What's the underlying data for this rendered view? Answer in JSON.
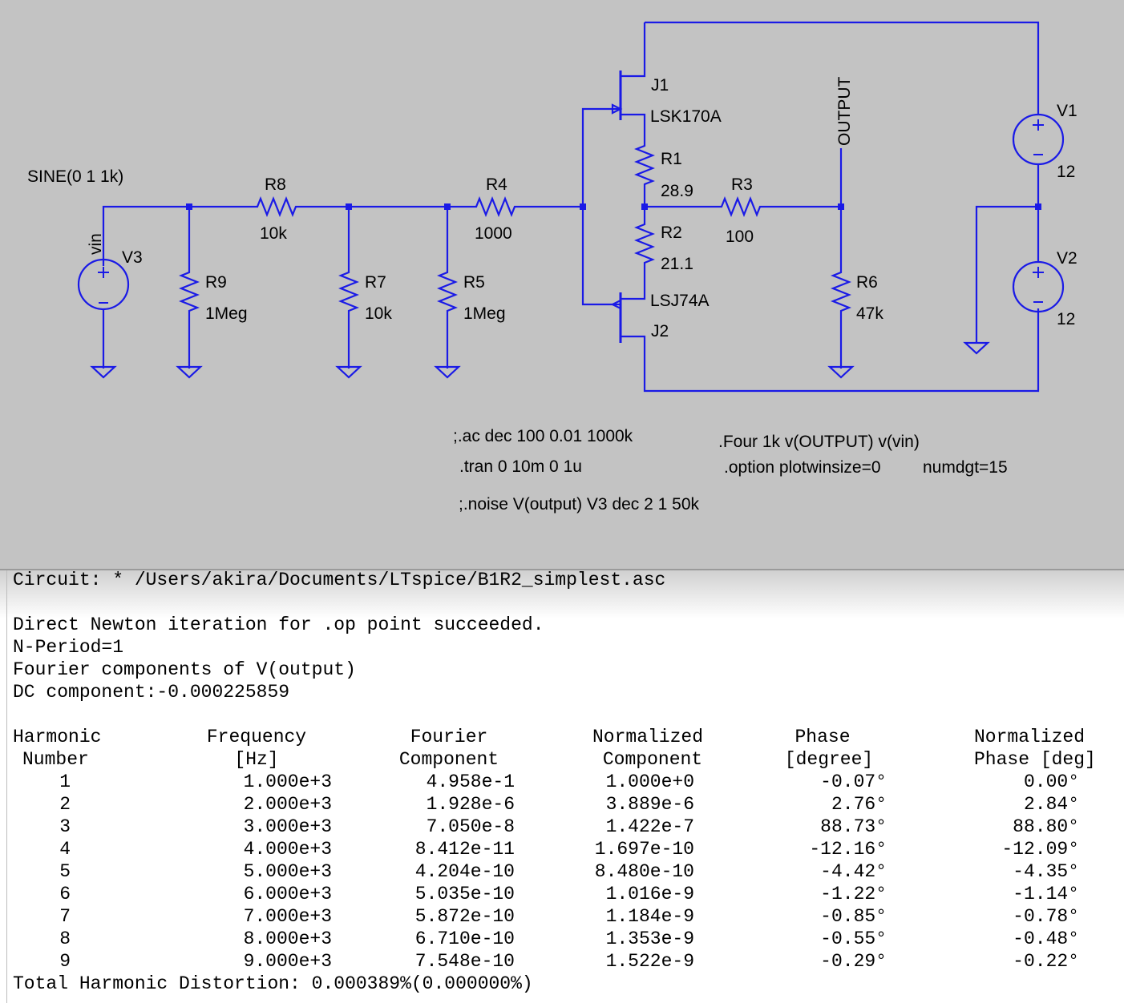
{
  "schematic": {
    "source_label": "SINE(0 1 1k)",
    "net_vin": "vin",
    "net_output": "OUTPUT",
    "components": {
      "V3": {
        "name": "V3"
      },
      "R9": {
        "name": "R9",
        "value": "1Meg"
      },
      "R8": {
        "name": "R8",
        "value": "10k"
      },
      "R7": {
        "name": "R7",
        "value": "10k"
      },
      "R5": {
        "name": "R5",
        "value": "1Meg"
      },
      "R4": {
        "name": "R4",
        "value": "1000"
      },
      "J1": {
        "name": "J1",
        "model": "LSK170A"
      },
      "J2": {
        "name": "J2",
        "model": "LSJ74A"
      },
      "R1": {
        "name": "R1",
        "value": "28.9"
      },
      "R2": {
        "name": "R2",
        "value": "21.1"
      },
      "R3": {
        "name": "R3",
        "value": "100"
      },
      "R6": {
        "name": "R6",
        "value": "47k"
      },
      "V1": {
        "name": "V1",
        "value": "12"
      },
      "V2": {
        "name": "V2",
        "value": "12"
      }
    },
    "directives": {
      "ac": ";.ac dec 100 0.01 1000k",
      "tran": ".tran 0 10m 0 1u",
      "noise": ";.noise V(output) V3 dec 2 1 50k",
      "four": ".Four 1k v(OUTPUT) v(vin)",
      "option": ".option plotwinsize=0",
      "numdgt": "numdgt=15"
    },
    "colors": {
      "wire": "#1a1ae6",
      "background": "#c3c3c3"
    }
  },
  "log": {
    "circuit_line": "Circuit: * /Users/akira/Documents/LTspice/B1R2_simplest.asc",
    "newton_line": "Direct Newton iteration for .op point succeeded.",
    "nperiod_line": "N-Period=1",
    "fourier_line": "Fourier components of V(output)",
    "dc_line": "DC component:-0.000225859",
    "headers": [
      [
        "Harmonic",
        "Number"
      ],
      [
        "Frequency",
        "[Hz]"
      ],
      [
        "Fourier",
        "Component"
      ],
      [
        "Normalized",
        "Component"
      ],
      [
        "Phase",
        "[degree]"
      ],
      [
        "Normalized",
        "Phase [deg]"
      ]
    ],
    "rows": [
      [
        "1",
        "1.000e+3",
        "4.958e-1",
        "1.000e+0",
        "-0.07°",
        "0.00°"
      ],
      [
        "2",
        "2.000e+3",
        "1.928e-6",
        "3.889e-6",
        "2.76°",
        "2.84°"
      ],
      [
        "3",
        "3.000e+3",
        "7.050e-8",
        "1.422e-7",
        "88.73°",
        "88.80°"
      ],
      [
        "4",
        "4.000e+3",
        "8.412e-11",
        "1.697e-10",
        "-12.16°",
        "-12.09°"
      ],
      [
        "5",
        "5.000e+3",
        "4.204e-10",
        "8.480e-10",
        "-4.42°",
        "-4.35°"
      ],
      [
        "6",
        "6.000e+3",
        "5.035e-10",
        "1.016e-9",
        "-1.22°",
        "-1.14°"
      ],
      [
        "7",
        "7.000e+3",
        "5.872e-10",
        "1.184e-9",
        "-0.85°",
        "-0.78°"
      ],
      [
        "8",
        "8.000e+3",
        "6.710e-10",
        "1.353e-9",
        "-0.55°",
        "-0.48°"
      ],
      [
        "9",
        "9.000e+3",
        "7.548e-10",
        "1.522e-9",
        "-0.29°",
        "-0.22°"
      ]
    ],
    "thd_line": "Total Harmonic Distortion: 0.000389%(0.000000%)"
  }
}
